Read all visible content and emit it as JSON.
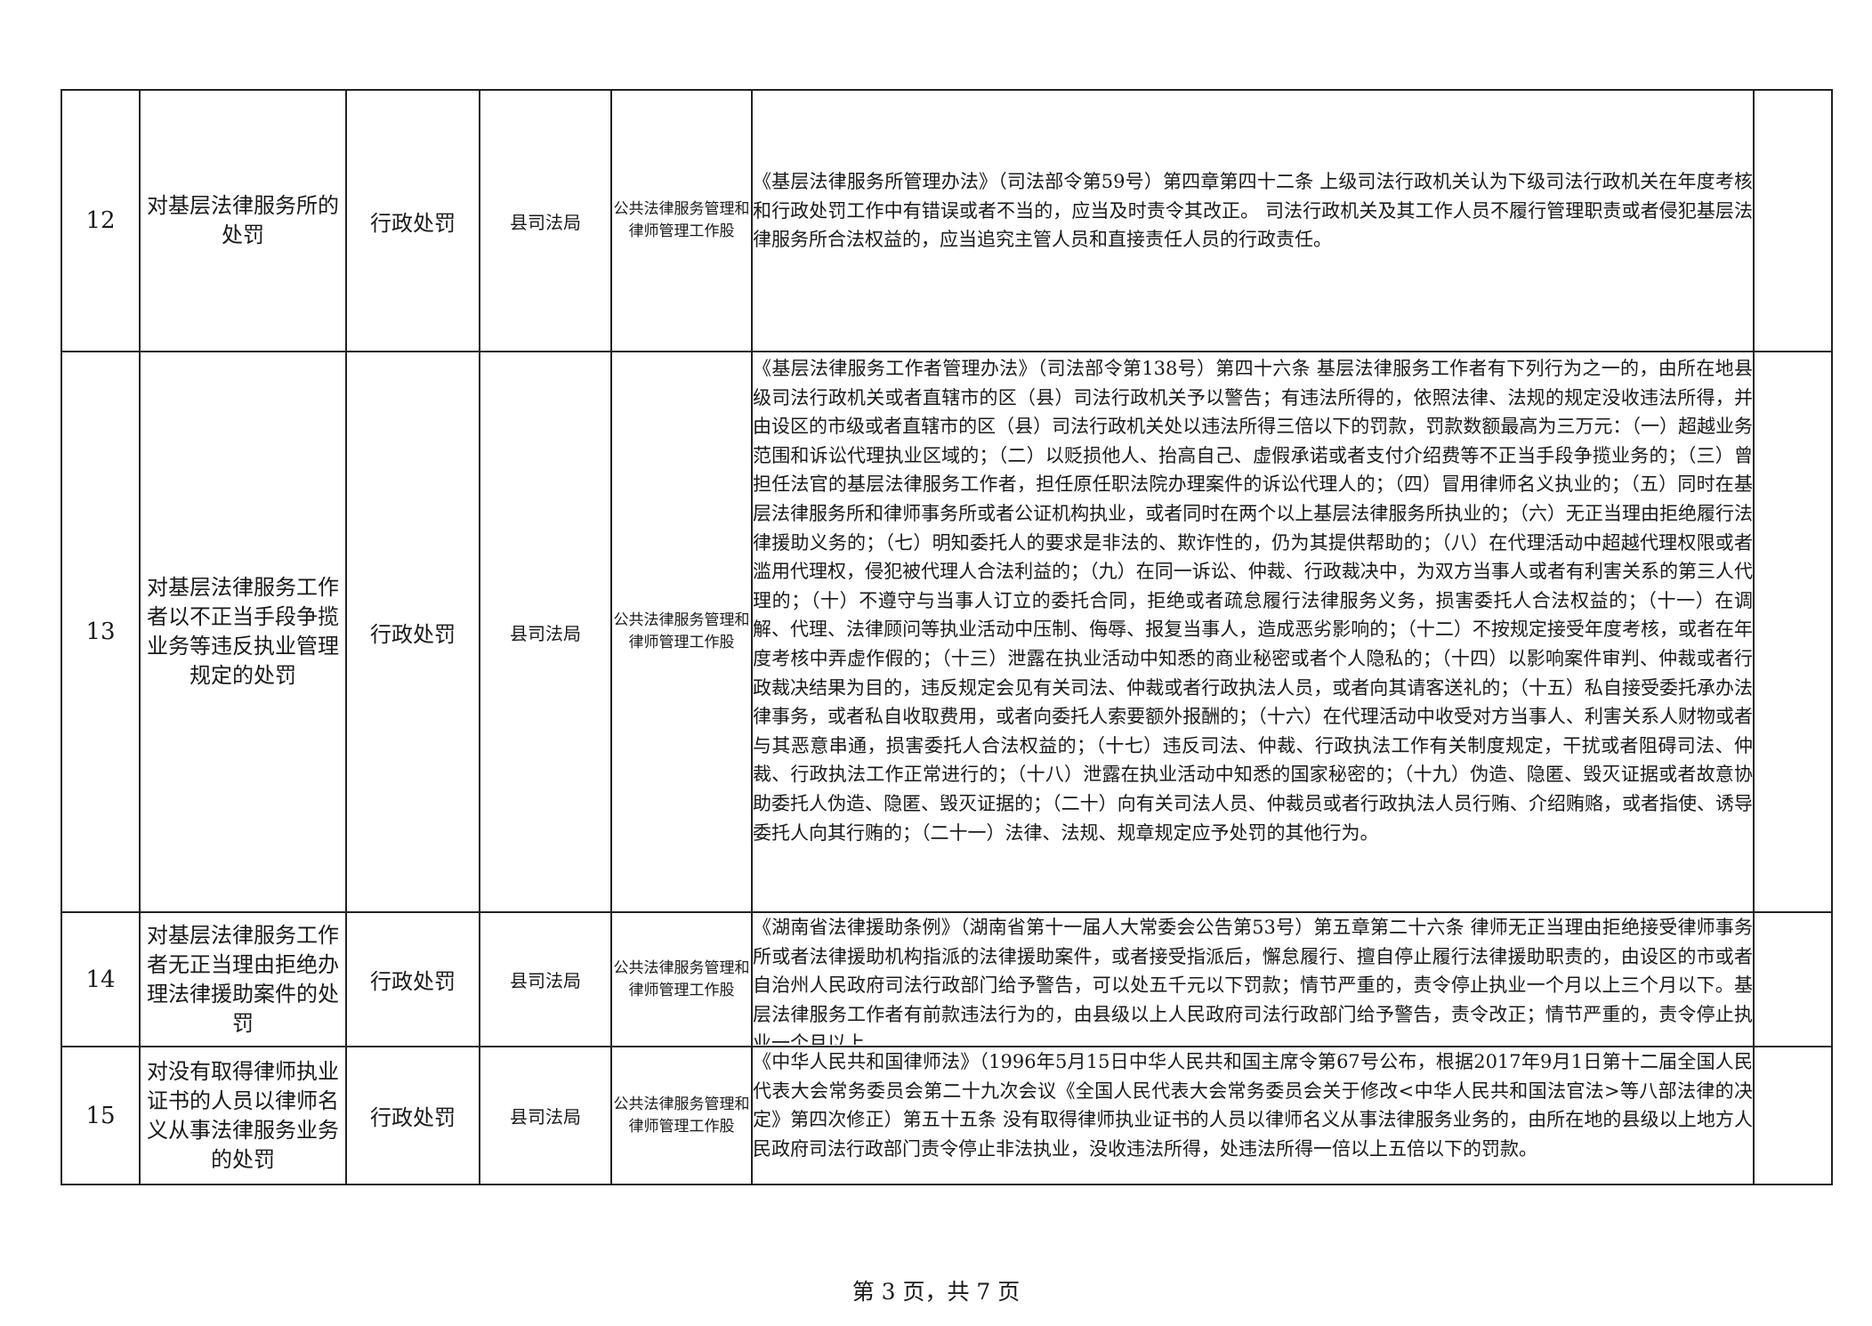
{
  "rows": [
    {
      "no": "12",
      "name": "对基层法律服务所的处罚",
      "type": "行政处罚",
      "dept": "县司法局",
      "unit": "公共法律服务管理和律师管理工作股",
      "basis": "《基层法律服务所管理办法》（司法部令第59号）第四章第四十二条 上级司法行政机关认为下级司法行政机关在年度考核和行政处罚工作中有错误或者不当的，应当及时责令其改正。 司法行政机关及其工作人员不履行管理职责或者侵犯基层法律服务所合法权益的，应当追究主管人员和直接责任人员的行政责任。"
    },
    {
      "no": "13",
      "name": "对基层法律服务工作者以不正当手段争揽业务等违反执业管理规定的处罚",
      "type": "行政处罚",
      "dept": "县司法局",
      "unit": "公共法律服务管理和律师管理工作股",
      "basis": "《基层法律服务工作者管理办法》（司法部令第138号）第四十六条 基层法律服务工作者有下列行为之一的，由所在地县级司法行政机关或者直辖市的区（县）司法行政机关予以警告；有违法所得的，依照法律、法规的规定没收违法所得，并由设区的市级或者直辖市的区（县）司法行政机关处以违法所得三倍以下的罚款，罚款数额最高为三万元：（一）超越业务范围和诉讼代理执业区域的；（二）以贬损他人、抬高自己、虚假承诺或者支付介绍费等不正当手段争揽业务的；（三）曾担任法官的基层法律服务工作者，担任原任职法院办理案件的诉讼代理人的；（四）冒用律师名义执业的；（五）同时在基层法律服务所和律师事务所或者公证机构执业，或者同时在两个以上基层法律服务所执业的；（六）无正当理由拒绝履行法律援助义务的；（七）明知委托人的要求是非法的、欺诈性的，仍为其提供帮助的；（八）在代理活动中超越代理权限或者滥用代理权，侵犯被代理人合法利益的；（九）在同一诉讼、仲裁、行政裁决中，为双方当事人或者有利害关系的第三人代理的；（十）不遵守与当事人订立的委托合同，拒绝或者疏怠履行法律服务义务，损害委托人合法权益的；（十一）在调解、代理、法律顾问等执业活动中压制、侮辱、报复当事人，造成恶劣影响的；（十二）不按规定接受年度考核，或者在年度考核中弄虚作假的；（十三）泄露在执业活动中知悉的商业秘密或者个人隐私的；（十四）以影响案件审判、仲裁或者行政裁决结果为目的，违反规定会见有关司法、仲裁或者行政执法人员，或者向其请客送礼的；（十五）私自接受委托承办法律事务，或者私自收取费用，或者向委托人索要额外报酬的；（十六）在代理活动中收受对方当事人、利害关系人财物或者与其恶意串通，损害委托人合法权益的；（十七）违反司法、仲裁、行政执法工作有关制度规定，干扰或者阻碍司法、仲裁、行政执法工作正常进行的；（十八）泄露在执业活动中知悉的国家秘密的；（十九）伪造、隐匿、毁灭证据或者故意协助委托人伪造、隐匿、毁灭证据的；（二十）向有关司法人员、仲裁员或者行政执法人员行贿、介绍贿赂，或者指使、诱导委托人向其行贿的；（二十一）法律、法规、规章规定应予处罚的其他行为。"
    },
    {
      "no": "14",
      "name": "对基层法律服务工作者无正当理由拒绝办理法律援助案件的处罚",
      "type": "行政处罚",
      "dept": "县司法局",
      "unit": "公共法律服务管理和律师管理工作股",
      "basis": "《湖南省法律援助条例》（湖南省第十一届人大常委会公告第53号）第五章第二十六条 律师无正当理由拒绝接受律师事务所或者法律援助机构指派的法律援助案件，或者接受指派后，懈怠履行、擅自停止履行法律援助职责的，由设区的市或者自治州人民政府司法行政部门给予警告，可以处五千元以下罚款；情节严重的，责令停止执业一个月以上三个月以下。基层法律服务工作者有前款违法行为的，由县级以上人民政府司法行政部门给予警告，责令改正；情节严重的，责令停止执业一个月以上"
    },
    {
      "no": "15",
      "name": "对没有取得律师执业证书的人员以律师名义从事法律服务业务的处罚",
      "type": "行政处罚",
      "dept": "县司法局",
      "unit": "公共法律服务管理和律师管理工作股",
      "basis": "《中华人民共和国律师法》（1996年5月15日中华人民共和国主席令第67号公布，根据2017年9月1日第十二届全国人民代表大会常务委员会第二十九次会议《全国人民代表大会常务委员会关于修改<中华人民共和国法官法>等八部法律的决定》第四次修正）第五十五条 没有取得律师执业证书的人员以律师名义从事法律服务业务的，由所在地的县级以上地方人民政府司法行政部门责令停止非法执业，没收违法所得，处违法所得一倍以上五倍以下的罚款。"
    }
  ],
  "footer": {
    "page_label": "第 3 页，共 7 页"
  }
}
